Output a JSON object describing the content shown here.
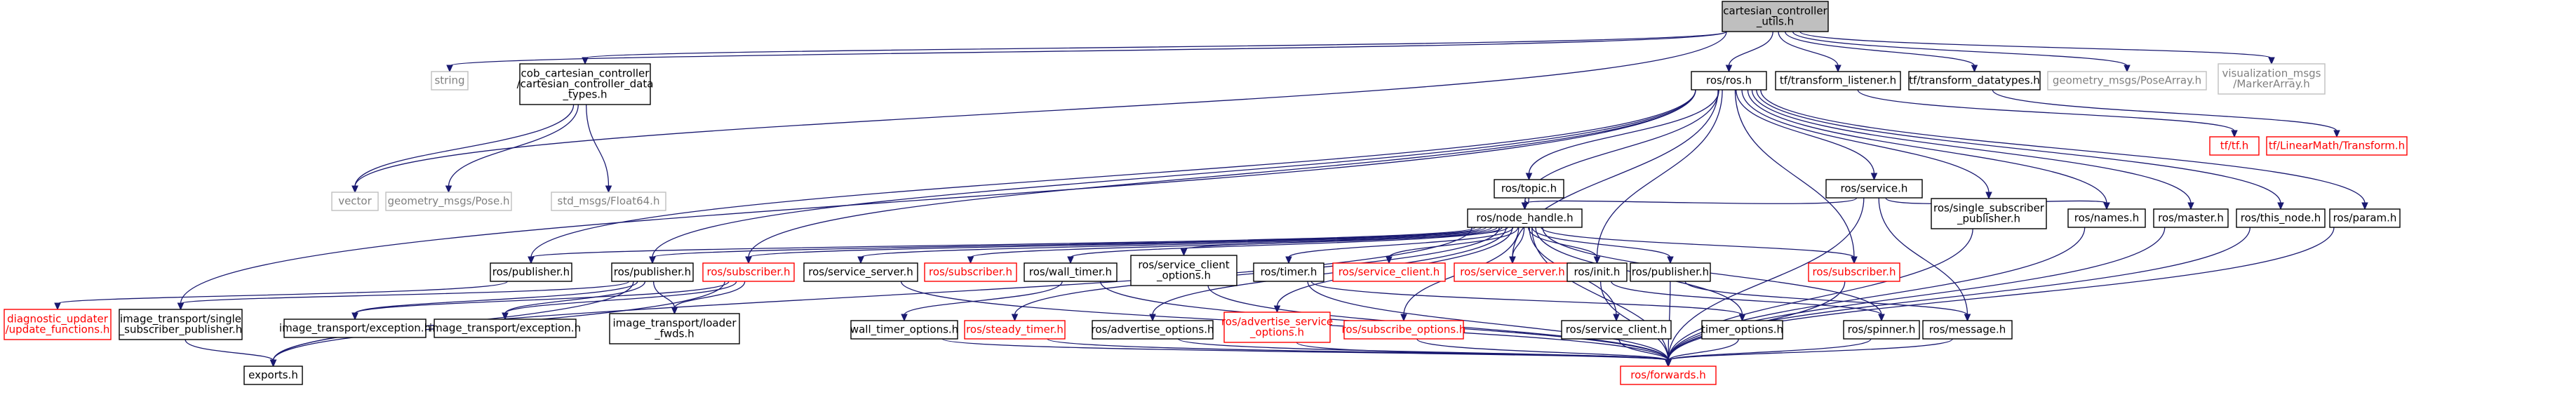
{
  "colors": {
    "edge": "#191970",
    "root_fill": "#bfbfbf",
    "root_border": "#000000",
    "documented_border": "#000000",
    "undocumented_border": "#bfbfbf",
    "external_border": "#ff0000",
    "text_documented": "#000000",
    "text_undocumented": "#7f7f7f",
    "text_external": "#ff0000"
  },
  "nodes": [
    {
      "id": "root",
      "kind": "root",
      "lines": [
        "cartesian_controller",
        "_utils.h"
      ]
    },
    {
      "id": "string",
      "kind": "plain",
      "lines": [
        "string"
      ]
    },
    {
      "id": "cob_types",
      "kind": "doc",
      "lines": [
        "cob_cartesian_controller",
        "/cartesian_controller_data",
        "_types.h"
      ]
    },
    {
      "id": "vector",
      "kind": "plain",
      "lines": [
        "vector"
      ]
    },
    {
      "id": "geom_pose",
      "kind": "plain",
      "lines": [
        "geometry_msgs/Pose.h"
      ]
    },
    {
      "id": "std_float",
      "kind": "plain",
      "lines": [
        "std_msgs/Float64.h"
      ]
    },
    {
      "id": "ros_ros",
      "kind": "doc",
      "lines": [
        "ros/ros.h"
      ]
    },
    {
      "id": "tf_listener",
      "kind": "doc",
      "lines": [
        "tf/transform_listener.h"
      ]
    },
    {
      "id": "tf_datatypes",
      "kind": "doc",
      "lines": [
        "tf/transform_datatypes.h"
      ]
    },
    {
      "id": "geom_posearray",
      "kind": "plain",
      "lines": [
        "geometry_msgs/PoseArray.h"
      ]
    },
    {
      "id": "vis_marker",
      "kind": "plain",
      "lines": [
        "visualization_msgs",
        "/MarkerArray.h"
      ]
    },
    {
      "id": "tf_tf",
      "kind": "ext",
      "lines": [
        "tf/tf.h"
      ]
    },
    {
      "id": "tf_linmath",
      "kind": "ext",
      "lines": [
        "tf/LinearMath/Transform.h"
      ]
    },
    {
      "id": "ros_topic",
      "kind": "doc",
      "lines": [
        "ros/topic.h"
      ]
    },
    {
      "id": "ros_service",
      "kind": "doc",
      "lines": [
        "ros/service.h"
      ]
    },
    {
      "id": "ros_nodehandle",
      "kind": "doc",
      "lines": [
        "ros/node_handle.h"
      ]
    },
    {
      "id": "ros_single_sub_pub",
      "kind": "doc",
      "lines": [
        "ros/single_subscriber",
        "_publisher.h"
      ]
    },
    {
      "id": "ros_names",
      "kind": "doc",
      "lines": [
        "ros/names.h"
      ]
    },
    {
      "id": "ros_master",
      "kind": "doc",
      "lines": [
        "ros/master.h"
      ]
    },
    {
      "id": "ros_this_node",
      "kind": "doc",
      "lines": [
        "ros/this_node.h"
      ]
    },
    {
      "id": "ros_param",
      "kind": "doc",
      "lines": [
        "ros/param.h"
      ]
    },
    {
      "id": "ros_publisher_a",
      "kind": "doc",
      "lines": [
        "ros/publisher.h"
      ]
    },
    {
      "id": "ros_publisher_b",
      "kind": "doc",
      "lines": [
        "ros/publisher.h"
      ]
    },
    {
      "id": "ros_subscriber_a",
      "kind": "ext",
      "lines": [
        "ros/subscriber.h"
      ]
    },
    {
      "id": "ros_service_server_a",
      "kind": "doc",
      "lines": [
        "ros/service_server.h"
      ]
    },
    {
      "id": "ros_subscriber_b",
      "kind": "ext",
      "lines": [
        "ros/subscriber.h"
      ]
    },
    {
      "id": "ros_wall_timer",
      "kind": "doc",
      "lines": [
        "ros/wall_timer.h"
      ]
    },
    {
      "id": "ros_service_client_opts",
      "kind": "doc",
      "lines": [
        "ros/service_client",
        "_options.h"
      ]
    },
    {
      "id": "ros_timer",
      "kind": "doc",
      "lines": [
        "ros/timer.h"
      ]
    },
    {
      "id": "ros_service_client_ext",
      "kind": "ext",
      "lines": [
        "ros/service_client.h"
      ]
    },
    {
      "id": "ros_service_server_ext",
      "kind": "ext",
      "lines": [
        "ros/service_server.h"
      ]
    },
    {
      "id": "ros_init",
      "kind": "doc",
      "lines": [
        "ros/init.h"
      ]
    },
    {
      "id": "ros_publisher_c",
      "kind": "doc",
      "lines": [
        "ros/publisher.h"
      ]
    },
    {
      "id": "ros_subscriber_c",
      "kind": "ext",
      "lines": [
        "ros/subscriber.h"
      ]
    },
    {
      "id": "diag_updater",
      "kind": "ext",
      "lines": [
        "diagnostic_updater",
        "/update_functions.h"
      ]
    },
    {
      "id": "img_single_sub_pub",
      "kind": "doc",
      "lines": [
        "image_transport/single",
        "_subscriber_publisher.h"
      ]
    },
    {
      "id": "img_exception_a",
      "kind": "doc",
      "lines": [
        "image_transport/exception.h"
      ]
    },
    {
      "id": "img_exception_b",
      "kind": "doc",
      "lines": [
        "image_transport/exception.h"
      ]
    },
    {
      "id": "img_loader_fwds",
      "kind": "doc",
      "lines": [
        "image_transport/loader",
        "_fwds.h"
      ]
    },
    {
      "id": "exports",
      "kind": "doc",
      "lines": [
        "exports.h"
      ]
    },
    {
      "id": "wall_timer_options",
      "kind": "doc",
      "lines": [
        "wall_timer_options.h"
      ]
    },
    {
      "id": "ros_steady_timer",
      "kind": "ext",
      "lines": [
        "ros/steady_timer.h"
      ]
    },
    {
      "id": "ros_advertise_opts",
      "kind": "doc",
      "lines": [
        "ros/advertise_options.h"
      ]
    },
    {
      "id": "ros_advertise_service_opts",
      "kind": "ext",
      "lines": [
        "ros/advertise_service",
        "_options.h"
      ]
    },
    {
      "id": "ros_subscribe_opts",
      "kind": "ext",
      "lines": [
        "ros/subscribe_options.h"
      ]
    },
    {
      "id": "ros_service_client",
      "kind": "doc",
      "lines": [
        "ros/service_client.h"
      ]
    },
    {
      "id": "timer_options",
      "kind": "doc",
      "lines": [
        "timer_options.h"
      ]
    },
    {
      "id": "ros_spinner",
      "kind": "doc",
      "lines": [
        "ros/spinner.h"
      ]
    },
    {
      "id": "ros_message",
      "kind": "doc",
      "lines": [
        "ros/message.h"
      ]
    },
    {
      "id": "ros_forwards",
      "kind": "ext",
      "lines": [
        "ros/forwards.h"
      ]
    }
  ],
  "edges": [
    [
      "root",
      "string"
    ],
    [
      "root",
      "cob_types"
    ],
    [
      "root",
      "vector"
    ],
    [
      "root",
      "ros_ros"
    ],
    [
      "root",
      "tf_listener"
    ],
    [
      "root",
      "tf_datatypes"
    ],
    [
      "root",
      "geom_posearray"
    ],
    [
      "root",
      "vis_marker"
    ],
    [
      "cob_types",
      "vector"
    ],
    [
      "cob_types",
      "geom_pose"
    ],
    [
      "cob_types",
      "std_float"
    ],
    [
      "tf_listener",
      "tf_tf"
    ],
    [
      "tf_datatypes",
      "tf_linmath"
    ],
    [
      "ros_ros",
      "ros_topic"
    ],
    [
      "ros_ros",
      "ros_service"
    ],
    [
      "ros_ros",
      "ros_nodehandle"
    ],
    [
      "ros_ros",
      "ros_single_sub_pub"
    ],
    [
      "ros_ros",
      "ros_names"
    ],
    [
      "ros_ros",
      "ros_master"
    ],
    [
      "ros_ros",
      "ros_this_node"
    ],
    [
      "ros_ros",
      "ros_param"
    ],
    [
      "ros_ros",
      "ros_publisher_a"
    ],
    [
      "ros_ros",
      "ros_publisher_b"
    ],
    [
      "ros_ros",
      "ros_subscriber_a"
    ],
    [
      "ros_ros",
      "ros_service_server_ext"
    ],
    [
      "ros_ros",
      "ros_init"
    ],
    [
      "ros_ros",
      "ros_subscriber_c"
    ],
    [
      "ros_ros",
      "img_single_sub_pub"
    ],
    [
      "ros_topic",
      "ros_nodehandle"
    ],
    [
      "ros_service",
      "ros_nodehandle"
    ],
    [
      "ros_service",
      "ros_names"
    ],
    [
      "ros_service",
      "ros_message"
    ],
    [
      "ros_service",
      "ros_forwards"
    ],
    [
      "ros_nodehandle",
      "ros_publisher_a"
    ],
    [
      "ros_nodehandle",
      "ros_publisher_b"
    ],
    [
      "ros_nodehandle",
      "ros_subscriber_a"
    ],
    [
      "ros_nodehandle",
      "ros_service_server_a"
    ],
    [
      "ros_nodehandle",
      "ros_subscriber_b"
    ],
    [
      "ros_nodehandle",
      "ros_wall_timer"
    ],
    [
      "ros_nodehandle",
      "ros_service_client_opts"
    ],
    [
      "ros_nodehandle",
      "ros_timer"
    ],
    [
      "ros_nodehandle",
      "ros_service_client_ext"
    ],
    [
      "ros_nodehandle",
      "ros_service_server_ext"
    ],
    [
      "ros_nodehandle",
      "ros_init"
    ],
    [
      "ros_nodehandle",
      "ros_publisher_c"
    ],
    [
      "ros_nodehandle",
      "ros_subscriber_c"
    ],
    [
      "ros_nodehandle",
      "ros_steady_timer"
    ],
    [
      "ros_nodehandle",
      "ros_advertise_opts"
    ],
    [
      "ros_nodehandle",
      "ros_advertise_service_opts"
    ],
    [
      "ros_nodehandle",
      "ros_subscribe_opts"
    ],
    [
      "ros_nodehandle",
      "ros_service_client"
    ],
    [
      "ros_nodehandle",
      "timer_options"
    ],
    [
      "ros_nodehandle",
      "ros_spinner"
    ],
    [
      "ros_nodehandle",
      "ros_forwards"
    ],
    [
      "ros_nodehandle",
      "exports"
    ],
    [
      "ros_publisher_a",
      "diag_updater"
    ],
    [
      "ros_publisher_b",
      "img_single_sub_pub"
    ],
    [
      "ros_publisher_b",
      "img_exception_a"
    ],
    [
      "ros_publisher_b",
      "img_exception_b"
    ],
    [
      "ros_publisher_b",
      "img_loader_fwds"
    ],
    [
      "ros_publisher_b",
      "exports"
    ],
    [
      "ros_subscriber_a",
      "img_exception_a"
    ],
    [
      "ros_subscriber_a",
      "img_exception_b"
    ],
    [
      "ros_subscriber_a",
      "img_loader_fwds"
    ],
    [
      "ros_subscriber_a",
      "exports"
    ],
    [
      "img_single_sub_pub",
      "exports"
    ],
    [
      "ros_service_server_a",
      "ros_forwards"
    ],
    [
      "ros_wall_timer",
      "wall_timer_options"
    ],
    [
      "ros_wall_timer",
      "ros_forwards"
    ],
    [
      "ros_service_client_opts",
      "ros_forwards"
    ],
    [
      "ros_timer",
      "timer_options"
    ],
    [
      "ros_timer",
      "ros_forwards"
    ],
    [
      "ros_init",
      "ros_spinner"
    ],
    [
      "ros_init",
      "ros_forwards"
    ],
    [
      "ros_publisher_c",
      "ros_message"
    ],
    [
      "ros_publisher_c",
      "ros_forwards"
    ],
    [
      "ros_subscriber_c",
      "ros_forwards"
    ],
    [
      "ros_single_sub_pub",
      "ros_forwards"
    ],
    [
      "ros_names",
      "ros_forwards"
    ],
    [
      "ros_master",
      "ros_forwards"
    ],
    [
      "ros_this_node",
      "ros_forwards"
    ],
    [
      "ros_param",
      "ros_forwards"
    ],
    [
      "wall_timer_options",
      "ros_forwards"
    ],
    [
      "ros_steady_timer",
      "ros_forwards"
    ],
    [
      "ros_advertise_opts",
      "ros_forwards"
    ],
    [
      "ros_advertise_service_opts",
      "ros_forwards"
    ],
    [
      "ros_subscribe_opts",
      "ros_forwards"
    ],
    [
      "ros_service_client",
      "ros_forwards"
    ],
    [
      "timer_options",
      "ros_forwards"
    ],
    [
      "ros_spinner",
      "ros_forwards"
    ],
    [
      "ros_message",
      "ros_forwards"
    ]
  ]
}
